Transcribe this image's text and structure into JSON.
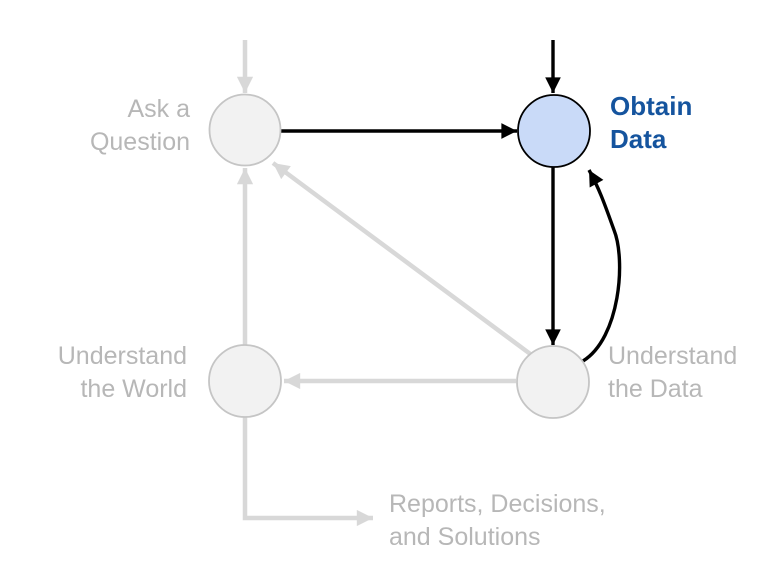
{
  "diagram": {
    "nodes": [
      {
        "id": "ask-a-question",
        "label": "Ask a\nQuestion",
        "state": "inactive"
      },
      {
        "id": "obtain-data",
        "label": "Obtain\nData",
        "state": "active"
      },
      {
        "id": "understand-the-world",
        "label": "Understand\nthe World",
        "state": "inactive"
      },
      {
        "id": "understand-the-data",
        "label": "Understand\nthe Data",
        "state": "inactive"
      },
      {
        "id": "reports-decisions-and-solutions",
        "label": "Reports, Decisions,\nand Solutions",
        "state": "inactive",
        "type": "terminal-text"
      }
    ],
    "edges": [
      {
        "from": "start",
        "to": "ask-a-question",
        "emphasis": "inactive",
        "shape": "straight"
      },
      {
        "from": "start",
        "to": "obtain-data",
        "emphasis": "active",
        "shape": "straight"
      },
      {
        "from": "ask-a-question",
        "to": "obtain-data",
        "emphasis": "active",
        "shape": "straight"
      },
      {
        "from": "obtain-data",
        "to": "understand-the-data",
        "emphasis": "active",
        "shape": "straight"
      },
      {
        "from": "understand-the-data",
        "to": "obtain-data",
        "emphasis": "active",
        "shape": "curved"
      },
      {
        "from": "understand-the-data",
        "to": "understand-the-world",
        "emphasis": "inactive",
        "shape": "straight"
      },
      {
        "from": "understand-the-data",
        "to": "ask-a-question",
        "emphasis": "inactive",
        "shape": "diagonal"
      },
      {
        "from": "understand-the-world",
        "to": "ask-a-question",
        "emphasis": "inactive",
        "shape": "straight"
      },
      {
        "from": "understand-the-world",
        "to": "reports-decisions-and-solutions",
        "emphasis": "inactive",
        "shape": "elbow"
      }
    ],
    "highlighted_node": "obtain-data"
  },
  "colors": {
    "background": "#ffffff",
    "arrow_active": "#000000",
    "arrow_inactive": "#d8d8d8",
    "node_active_fill": "#c9daf8",
    "node_active_stroke": "#000000",
    "node_inactive_fill": "#f2f2f2",
    "node_inactive_stroke": "#c5c5c5",
    "label_active": "#15549e",
    "label_inactive": "#b7b7b7"
  }
}
